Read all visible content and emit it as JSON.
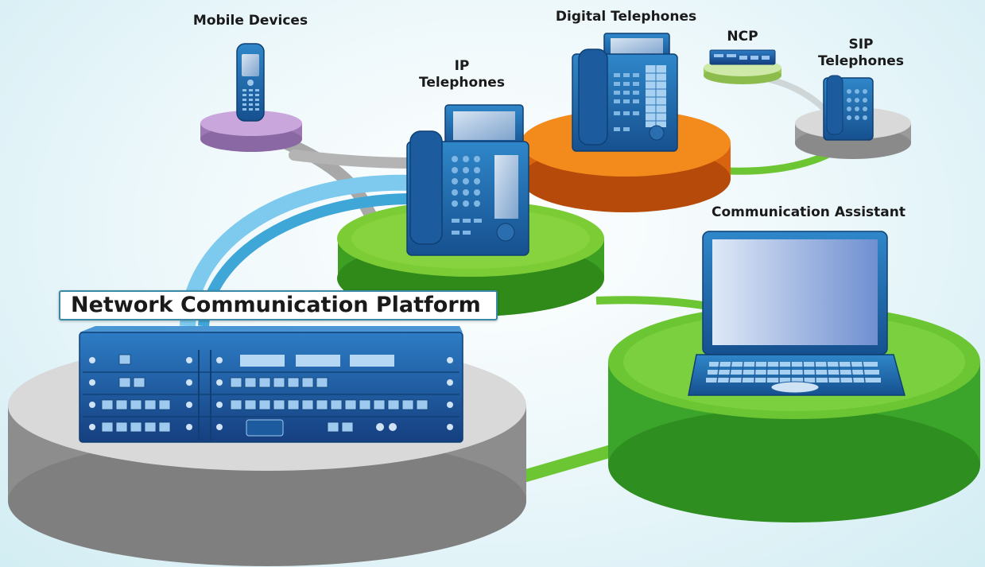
{
  "labels": {
    "mobile_devices": "Mobile Devices",
    "digital_telephones": "Digital Telephones",
    "ncp": "NCP",
    "sip_telephones": "SIP Telephones",
    "ip_telephones": "IP Telephones",
    "communication_assistant": "Communication Assistant",
    "platform": "Network Communication Platform"
  },
  "colors": {
    "green": "#5cc02a",
    "orange": "#f07a10",
    "purple": "#c19ed3",
    "gray_disc": "#d6d6d6",
    "device_blue": "#1f6bb0",
    "link_blue": "#79c8ec"
  }
}
